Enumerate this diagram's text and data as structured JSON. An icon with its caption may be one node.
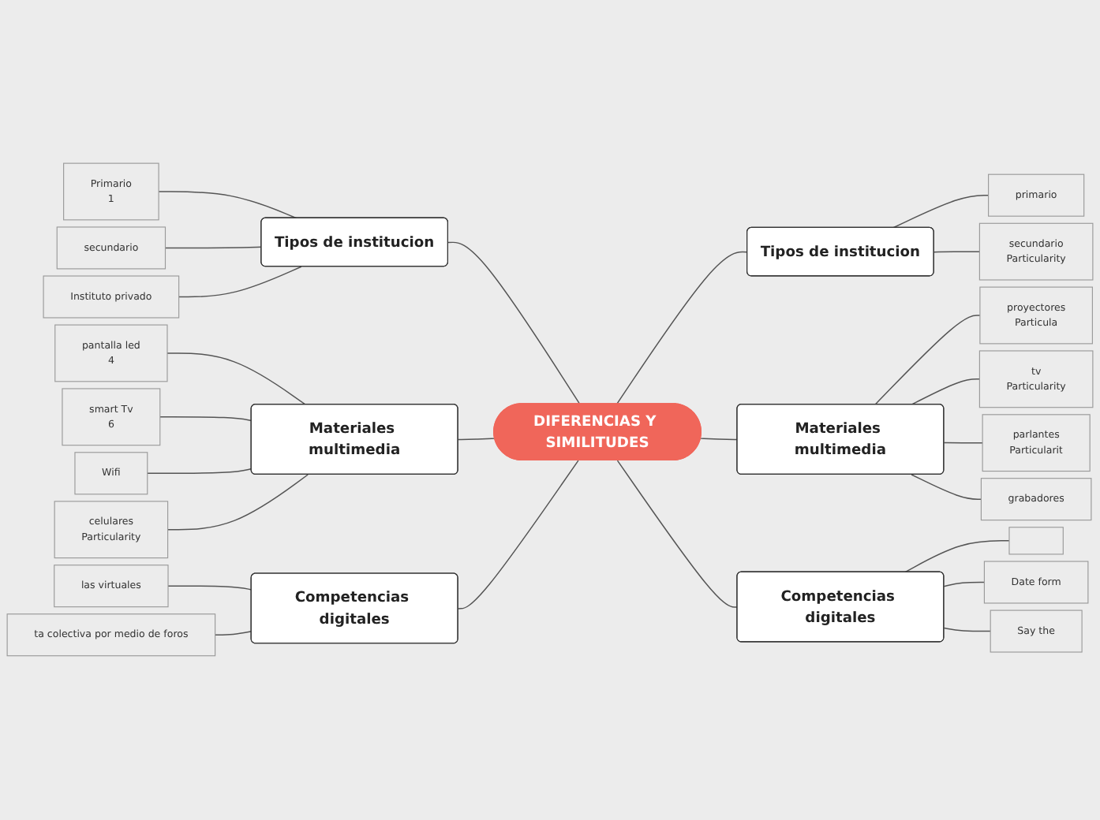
{
  "diagram": {
    "nodes": [
      {
        "text": [
          "DIFERENCIAS Y SIMILITUDES"
        ]
      },
      {
        "text": [
          "Tipos de institucion"
        ]
      },
      {
        "text": [
          "Primario",
          "1"
        ]
      },
      {
        "text": [
          "secundario"
        ]
      },
      {
        "text": [
          "Instituto privado"
        ]
      },
      {
        "text": [
          "Materiales multimedia"
        ]
      },
      {
        "text": [
          "pantalla led",
          "4"
        ]
      },
      {
        "text": [
          "smart Tv",
          "6"
        ]
      },
      {
        "text": [
          "Wifi"
        ]
      },
      {
        "text": [
          "celulares",
          "Particularity"
        ]
      },
      {
        "text": [
          "Competencias digitales"
        ]
      },
      {
        "text": [
          "las virtuales"
        ]
      },
      {
        "text": [
          "ta colectiva por medio de foros"
        ]
      },
      {
        "text": [
          "Tipos de institucion"
        ]
      },
      {
        "text": [
          "primario"
        ]
      },
      {
        "text": [
          "secundario",
          "Particularity"
        ]
      },
      {
        "text": [
          "Materiales multimedia"
        ]
      },
      {
        "text": [
          "proyectores",
          "Particula"
        ]
      },
      {
        "text": [
          "tv",
          "Particularity"
        ]
      },
      {
        "text": [
          "parlantes",
          "Particularit"
        ]
      },
      {
        "text": [
          "grabadores"
        ]
      },
      {
        "text": [
          "Competencias digitales"
        ]
      },
      {
        "text": [],
        "shape": "box"
      },
      {
        "text": [
          "Date form"
        ]
      },
      {
        "text": [
          "Say the"
        ]
      }
    ],
    "edges": [
      {
        "from": 2,
        "to": 1,
        "arrow": "none"
      },
      {
        "from": 3,
        "to": 1,
        "arrow": "none"
      },
      {
        "from": 4,
        "to": 1,
        "arrow": "none"
      },
      {
        "from": 6,
        "to": 5,
        "arrow": "none"
      },
      {
        "from": 7,
        "to": 5,
        "arrow": "none"
      },
      {
        "from": 8,
        "to": 5,
        "arrow": "none"
      },
      {
        "from": 9,
        "to": 5,
        "arrow": "none"
      },
      {
        "from": 11,
        "to": 10,
        "arrow": "none"
      },
      {
        "from": 12,
        "to": 10,
        "arrow": "none"
      },
      {
        "from": 1,
        "to": 0,
        "arrow": "none"
      },
      {
        "from": 5,
        "to": 0,
        "arrow": "none"
      },
      {
        "from": 10,
        "to": 0,
        "arrow": "none"
      },
      {
        "from": 0,
        "to": 13,
        "arrow": "none"
      },
      {
        "from": 0,
        "to": 16,
        "arrow": "none"
      },
      {
        "from": 0,
        "to": 21,
        "arrow": "none"
      },
      {
        "from": 13,
        "to": 14,
        "arrow": "none"
      },
      {
        "from": 13,
        "to": 15,
        "arrow": "none"
      },
      {
        "from": 16,
        "to": 17,
        "arrow": "none"
      },
      {
        "from": 16,
        "to": 18,
        "arrow": "none"
      },
      {
        "from": 16,
        "to": 19,
        "arrow": "none"
      },
      {
        "from": 16,
        "to": 20,
        "arrow": "none"
      },
      {
        "from": 21,
        "to": 22,
        "arrow": "none"
      },
      {
        "from": 21,
        "to": 23,
        "arrow": "none"
      },
      {
        "from": 21,
        "to": 24,
        "arrow": "none"
      }
    ]
  }
}
